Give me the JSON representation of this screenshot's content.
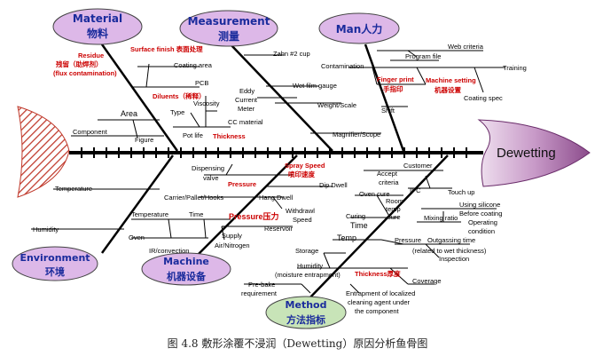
{
  "head": {
    "label": "Dewetting"
  },
  "categories": {
    "material": {
      "en": "Material",
      "zh": "物料"
    },
    "measurement": {
      "en": "Measurement",
      "zh": "测量"
    },
    "man": {
      "en": "Man人力",
      "zh": ""
    },
    "environment": {
      "en": "Environment",
      "zh": "环境"
    },
    "machine": {
      "en": "Machine",
      "zh": "机器设备"
    },
    "method": {
      "en": "Method",
      "zh": "方法指标"
    }
  },
  "causes": {
    "residue": "Residue",
    "residue_zh": "残留（助焊剂）",
    "flux_contamination": "(flux contamination)",
    "surface_finish": "Surface finish 表面处理",
    "coating_area": "Coating area",
    "pcb": "PCB",
    "diluents": "Diluents（稀释）",
    "area": "Area",
    "component": "Component",
    "figure": "Figure",
    "type": "Type",
    "viscosity": "Viscosity",
    "pot_life": "Pot life",
    "thickness_1": "Thickness",
    "cc_material": "CC material",
    "zahn_cup": "Zahn #2 cup",
    "eddy": "Eddy",
    "current": "Current",
    "meter": "Meter",
    "wet_film_gauge": "Wet film gauge",
    "weight_scale": "Weight/Scale",
    "magnifier_scope": "Magnifier/Scope",
    "web_criteria": "Web criteria",
    "program_file": "Program file",
    "training": "Training",
    "contamination": "Contamination",
    "finger_print": "Finger print",
    "finger_print_zh": "手指印",
    "machine_setting": "Machine setting",
    "machine_setting_zh": "机器设置",
    "coating_spec": "Coating spec",
    "shift": "Shift",
    "temperature_env": "Temperature",
    "humidity_env": "Humidity",
    "dispensing": "Dispensing",
    "valve": "valve",
    "pressure_1": "Pressure",
    "spray_speed": "Spray Speed",
    "spray_speed_zh": "喷印速度",
    "dip_dwell": "Dip Dwell",
    "carrier_pallet_hooks": "Carrier/Pallet/Hooks",
    "hang_dwell": "Hang Dwell",
    "withdrawl": "Withdrawl",
    "speed": "Speed",
    "temperature_mach": "Temperature",
    "time_mach": "Time",
    "pressure_2": "Pressure压力",
    "oven": "Oven",
    "reservoir": "Reservoir",
    "supply": "Supply",
    "air_nitrogen": "Air/Nitrogen",
    "ir_convection": "IR/convection",
    "customer": "Customer",
    "accept": "Accept",
    "criteria": "criteria",
    "ipc": "IPC",
    "touch_up": "Touch up",
    "oven_cure": "Oven cure",
    "room": "Room",
    "temp_label": "temp",
    "cure": "cure",
    "curing": "Curing",
    "time_method": "Time",
    "using_silicone": "Using silicone",
    "before_coating": "Before coating",
    "mixing_ratio": "Mixing ratio",
    "operating": "Operating",
    "condition": "condition",
    "temp_method": "Temp",
    "pressure_3": "Pressure",
    "outgassing_time": "Outgassing time",
    "related_wet_thickness": "(related to wet thickness)",
    "storage": "Storage",
    "inspection": "Inspection",
    "humidity_method": "Humidity",
    "moisture_entrapment": "(moisture entrapment)",
    "thickness_2": "Thickness厚度",
    "coverage": "Coverage",
    "pre_bake": "Pre-bake",
    "requirement": "requirement",
    "entrapment_1": "Entrapment of localized",
    "entrapment_2": "cleaning agent under",
    "entrapment_3": "the component"
  },
  "caption": "图 4.8    敷形涂覆不浸润（Dewetting）原因分析鱼骨图",
  "colors": {
    "ellipse_fill": "#ddb8e8",
    "ellipse_text": "#1a2b9c",
    "method_fill": "#c8e4b8",
    "head_fill": "#c08cc0",
    "tail_stroke": "#c0392b",
    "red_text": "#cc0000"
  }
}
